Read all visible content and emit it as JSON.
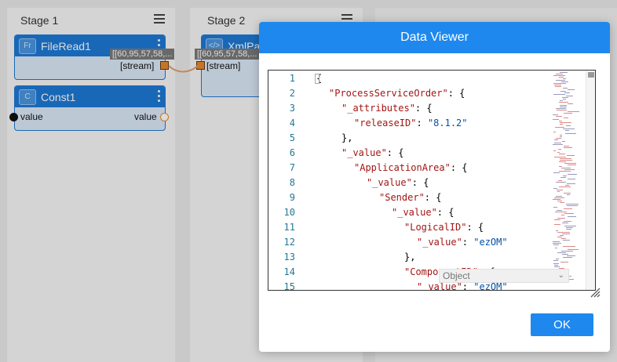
{
  "canvas": {
    "stages": [
      {
        "title": "Stage 1"
      },
      {
        "title": "Stage 2"
      }
    ],
    "nodes": {
      "fileread": {
        "icon_text": "Fr",
        "name": "FileRead1",
        "port_value": "[[60,95,57,58,...",
        "port_label": "[stream]"
      },
      "const": {
        "icon_text": "C",
        "name": "Const1",
        "in_label": "value",
        "out_label": "value"
      },
      "xmlparse": {
        "icon_text": "</>",
        "name": "XmlPar",
        "port_value": "[[60,95,57,58,...",
        "port_label": "[stream]"
      }
    },
    "colors": {
      "node_blue": "#1e7ad6",
      "port_orange": "#e48a2e",
      "link": "#e0a070"
    }
  },
  "dialog": {
    "title": "Data Viewer",
    "ok_label": "OK",
    "search_placeholder": "Object",
    "colors": {
      "header": "#1e88ee",
      "key": "#a31515",
      "string": "#0451a5",
      "line_number": "#237893"
    },
    "code_lines": [
      {
        "n": "1",
        "indent": 0,
        "key": "",
        "rest": "{"
      },
      {
        "n": "2",
        "indent": 1,
        "key": "\"ProcessServiceOrder\"",
        "rest": ": {"
      },
      {
        "n": "3",
        "indent": 2,
        "key": "\"_attributes\"",
        "rest": ": {"
      },
      {
        "n": "4",
        "indent": 3,
        "key": "\"releaseID\"",
        "rest": ": ",
        "value": "\"8.1.2\""
      },
      {
        "n": "5",
        "indent": 2,
        "key": "",
        "rest": "},"
      },
      {
        "n": "6",
        "indent": 2,
        "key": "\"_value\"",
        "rest": ": {"
      },
      {
        "n": "7",
        "indent": 3,
        "key": "\"ApplicationArea\"",
        "rest": ": {"
      },
      {
        "n": "8",
        "indent": 4,
        "key": "\"_value\"",
        "rest": ": {"
      },
      {
        "n": "9",
        "indent": 5,
        "key": "\"Sender\"",
        "rest": ": {"
      },
      {
        "n": "10",
        "indent": 6,
        "key": "\"_value\"",
        "rest": ": {"
      },
      {
        "n": "11",
        "indent": 7,
        "key": "\"LogicalID\"",
        "rest": ": {"
      },
      {
        "n": "12",
        "indent": 8,
        "key": "\"_value\"",
        "rest": ": ",
        "value": "\"ezOM\""
      },
      {
        "n": "13",
        "indent": 7,
        "key": "",
        "rest": "},"
      },
      {
        "n": "14",
        "indent": 7,
        "key": "\"ComponentID\"",
        "rest": ": {"
      },
      {
        "n": "15",
        "indent": 8,
        "key": "\"_value\"",
        "rest": ": ",
        "value": "\"ezOM\""
      }
    ]
  }
}
